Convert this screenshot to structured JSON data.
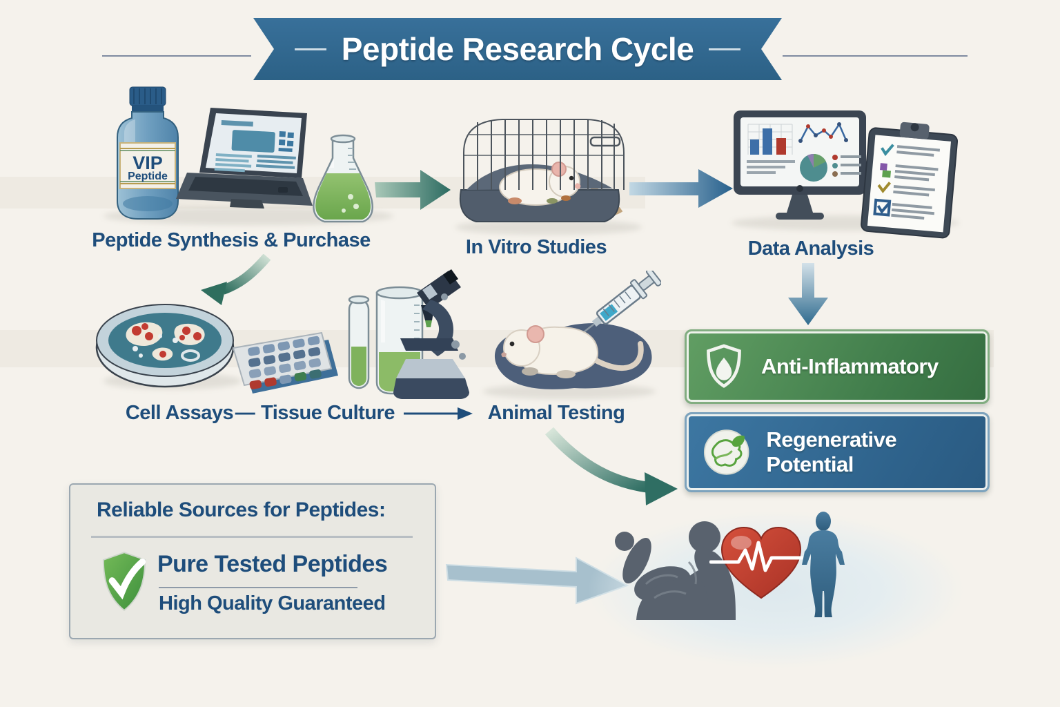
{
  "banner": {
    "title": "Peptide Research Cycle"
  },
  "stage1": {
    "label": "Peptide Synthesis & Purchase",
    "vial_line1": "VIP",
    "vial_line2": "Peptide"
  },
  "stage2": {
    "label": "In Vitro Studies"
  },
  "stage3": {
    "label": "Data Analysis"
  },
  "stage4": {
    "label": "Cell Assays"
  },
  "flow": {
    "separator": "—"
  },
  "stage5": {
    "label": "Tissue Culture"
  },
  "stage6": {
    "label": "Animal Testing"
  },
  "outcomes": {
    "anti_inflammatory": "Anti-Inflammatory",
    "regenerative": "Regenerative Potential"
  },
  "sources_box": {
    "heading": "Reliable Sources for Peptides:",
    "line1": "Pure Tested Peptides",
    "line2": "High Quality Guaranteed"
  },
  "colors": {
    "background": "#f5f2ec",
    "banner_blue": "#316a8e",
    "label_navy": "#1e4d7b",
    "badge_green": "#4c8a52",
    "badge_blue": "#326992",
    "arrow_teal": "#2d6e63",
    "arrow_blue": "#27608c",
    "heart_red": "#b6392b",
    "shield_green": "#46983f"
  }
}
